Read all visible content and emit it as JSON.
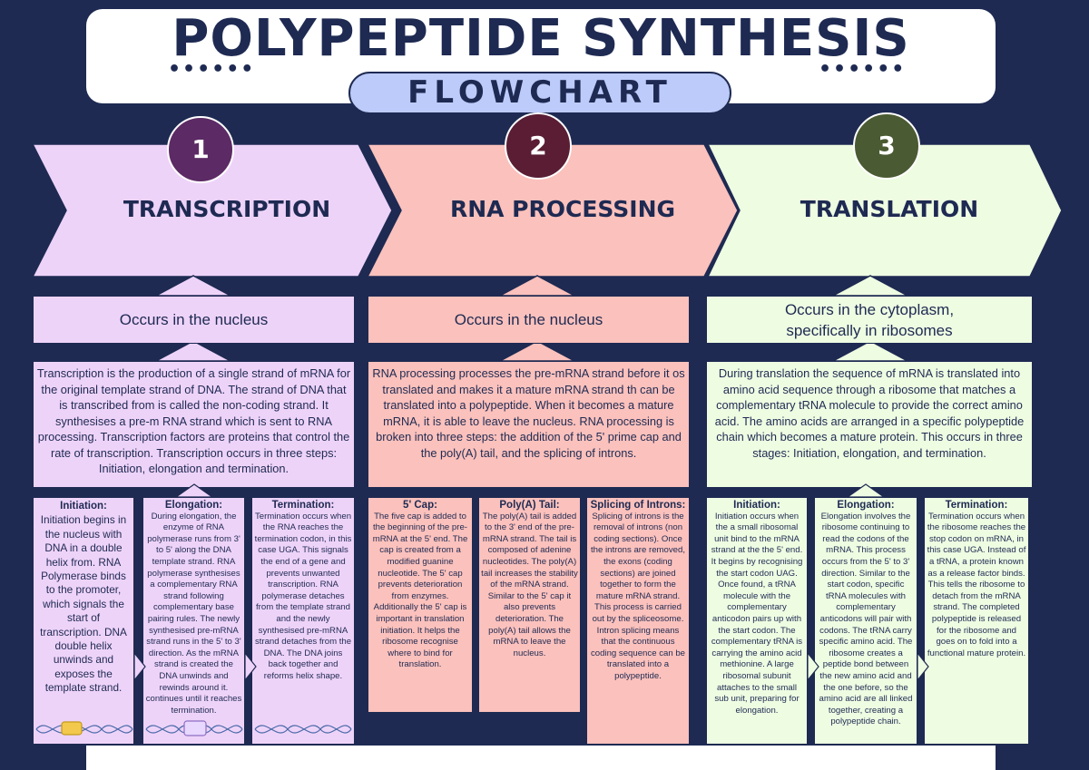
{
  "header": {
    "title": "POLYPEPTIDE SYNTHESIS",
    "subtitle": "FLOWCHART",
    "dots_left": "••••••",
    "dots_right": "••••••"
  },
  "colors": {
    "background": "#1e2a52",
    "transcription": "#eed3f9",
    "processing": "#fbc1bc",
    "translation": "#eefce2",
    "circle1": "#5c2a64",
    "circle2": "#5a1d33",
    "circle3": "#4a5a32"
  },
  "stages": [
    {
      "number": "1",
      "title": "TRANSCRIPTION",
      "location": "Occurs in the nucleus",
      "description": "Transcription is the production of a single strand of mRNA for the original template strand of DNA. The strand of DNA that is transcribed from is called the non-coding strand. It synthesises a pre-m RNA strand which is sent to RNA processing.  Transcription factors are proteins that control the rate of transcription. Transcription occurs in three steps: Initiation, elongation and termination.",
      "steps": [
        {
          "title": "Initiation:",
          "text": "Initiation begins in the nucleus with DNA in a double helix from. RNA Polymerase binds to the promoter, which signals the start of transcription. DNA double helix unwinds and exposes the template strand."
        },
        {
          "title": "Elongation:",
          "text": "During elongation, the enzyme of RNA polymerase runs from 3' to 5' along the DNA template strand. RNA polymerase synthesises a complementary RNA strand following complementary base pairing rules. The newly synthesised pre-mRNA strand runs in the 5' to 3' direction. As the mRNA strand is created  the DNA unwinds and rewinds around it. continues until it reaches termination."
        },
        {
          "title": "Termination:",
          "text": "Termination occurs when the RNA reaches the termination codon, in this case UGA. This signals the end of a gene and prevents unwanted transcription. RNA polymerase detaches from the template strand and the newly synthesised pre-mRNA strand detaches from the DNA. The DNA joins back together and reforms helix shape."
        }
      ]
    },
    {
      "number": "2",
      "title": "RNA PROCESSING",
      "location": "Occurs in the nucleus",
      "description": "RNA processing processes the pre-mRNA strand before it os translated and makes it a mature mRNA strand th can be translated into a polypeptide. When it becomes a mature mRNA, it is able to leave the nucleus. RNA processing is broken into three steps: the addition of the 5' prime cap and the poly(A) tail, and the splicing of introns.",
      "steps": [
        {
          "title": "5' Cap:",
          "text": "The five cap is added to the beginning of the pre-mRNA at the 5' end.  The cap is created from a modified guanine nucleotide. The 5' cap prevents deterioration from enzymes. Additionally the 5' cap is important in translation initiation. It helps the ribosome recognise where to bind for translation."
        },
        {
          "title": "Poly(A) Tail:",
          "text": "The poly(A) tail is added to the 3' end of the pre-mRNA strand. The tail is composed of adenine nucleotides. The poly(A) tail increases the stability of the mRNA strand. Similar to the 5' cap it also prevents deterioration. The poly(A) tail allows the mRNA to leave the nucleus."
        },
        {
          "title": "Splicing of Introns:",
          "text": "Splicing of introns is the removal of introns (non coding sections). Once the introns are removed, the exons (coding sections) are joined together to form the mature mRNA strand. This process is carried out by the spliceosome. Intron splicing means that the continuous coding sequence can be translated into a polypeptide."
        }
      ]
    },
    {
      "number": "3",
      "title": "TRANSLATION",
      "location": "Occurs in the cytoplasm, specifically in ribosomes",
      "description": "During translation the sequence of mRNA is translated into amino acid sequence through a ribosome that matches a complementary tRNA molecule to provide the correct amino acid. The amino acids are arranged in a specific polypeptide chain which becomes a mature protein. This occurs in three stages: Initiation, elongation, and termination.",
      "steps": [
        {
          "title": "Initiation:",
          "text": "Initiation occurs when the a small ribosomal unit bind to the mRNA strand at the the 5' end. It begins by recognising the start codon UAG. Once found, a tRNA molecule with the complementary anticodon pairs up with the start codon. The complementary tRNA is carrying the amino acid methionine. A large ribosomal subunit attaches to the small sub unit, preparing for elongation."
        },
        {
          "title": "Elongation:",
          "text": "Elongation involves the ribosome continuing to read the codons of the mRNA. This process occurs from the 5' to 3' direction. Similar to the start codon, specific tRNA molecules with complementary anticodons will pair with codons. The tRNA carry specific amino acid. The ribosome creates a peptide bond between the new amino acid and the one before, so the amino acid are all linked together, creating a polypeptide chain."
        },
        {
          "title": "Termination:",
          "text": "Termination occurs when the ribosome reaches the stop codon on mRNA, in this case UGA. Instead of a tRNA, a protein known as a release factor binds. This tells the ribosome to detach from the mRNA strand. The completed polypeptide is released for the ribosome and goes on to fold into a functional mature protein."
        }
      ]
    }
  ]
}
